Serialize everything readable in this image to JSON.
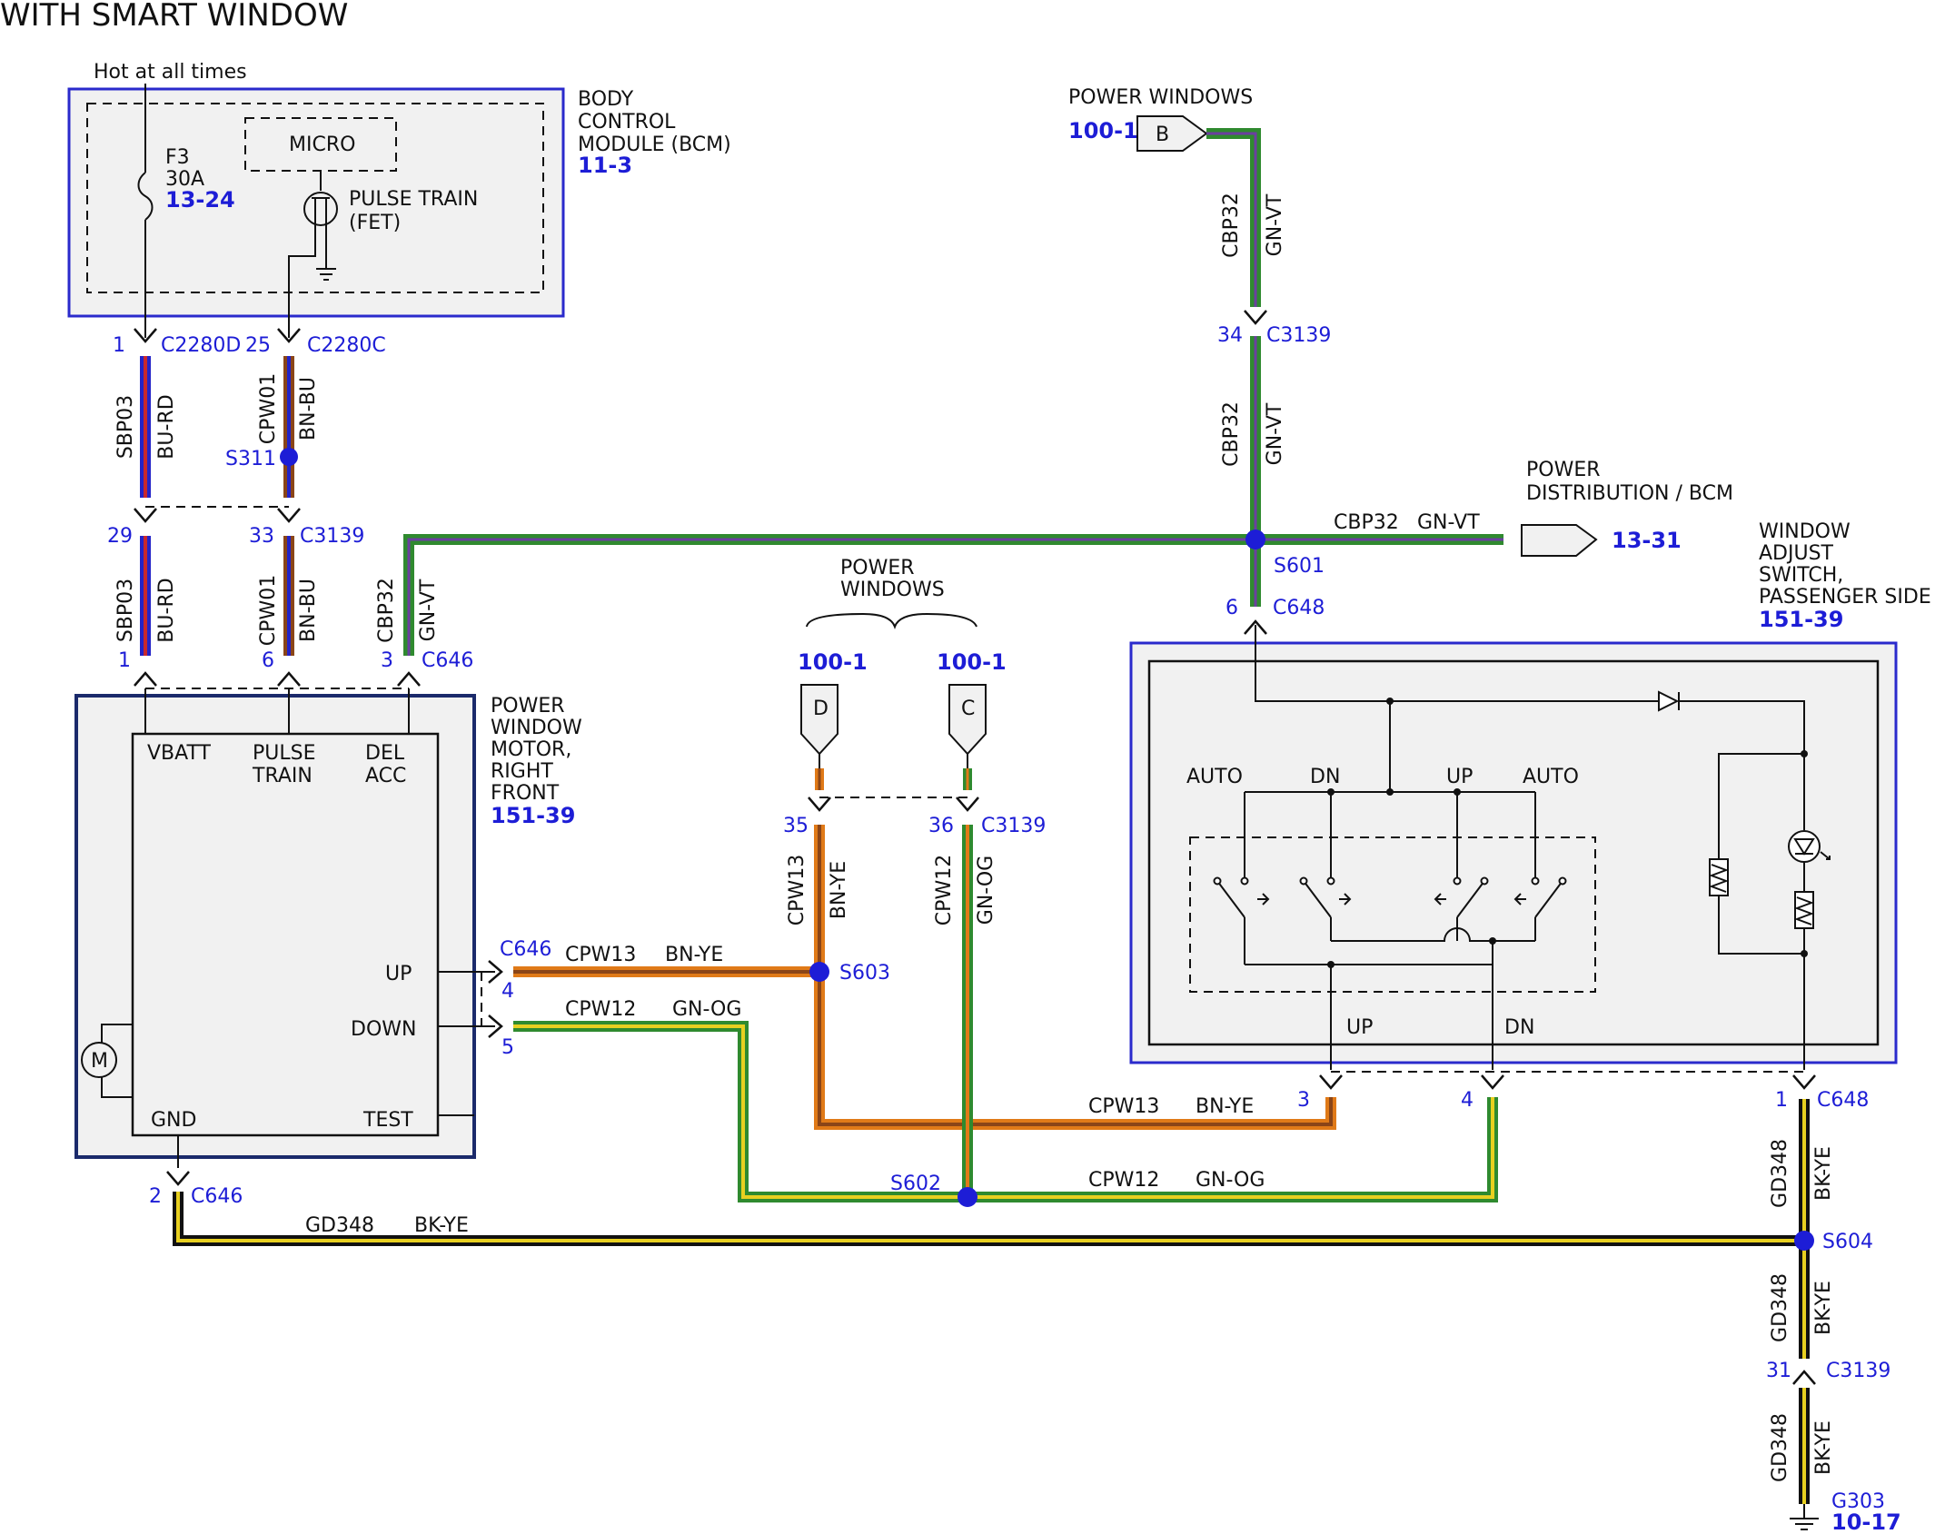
{
  "header": {
    "title": "WITH SMART WINDOW"
  },
  "bcm": {
    "hot_label": "Hot at all times",
    "name": [
      "BODY",
      "CONTROL",
      "MODULE (BCM)"
    ],
    "ref": "11-3",
    "micro": "MICRO",
    "fuse_name": "F3",
    "fuse_rating": "30A",
    "fuse_ref": "13-24",
    "pulse": [
      "PULSE TRAIN",
      "(FET)"
    ]
  },
  "power_windows_top": {
    "label": "POWER WINDOWS",
    "ref": "100-1",
    "connector": "B"
  },
  "power_distribution": {
    "label": [
      "POWER",
      "DISTRIBUTION / BCM"
    ],
    "ref": "13-31"
  },
  "power_windows_mid": {
    "label": [
      "POWER",
      "WINDOWS"
    ],
    "ref_d": "100-1",
    "ref_c": "100-1",
    "conn_d": "D",
    "conn_c": "C"
  },
  "motor": {
    "name": [
      "POWER",
      "WINDOW",
      "MOTOR,",
      "RIGHT",
      "FRONT"
    ],
    "ref": "151-39",
    "pins": {
      "vbatt": "VBATT",
      "pulse": [
        "PULSE",
        "TRAIN"
      ],
      "del": [
        "DEL",
        "ACC"
      ],
      "up": "UP",
      "down": "DOWN",
      "gnd": "GND",
      "test": "TEST"
    },
    "motor_symbol": "M"
  },
  "switch": {
    "name": [
      "WINDOW",
      "ADJUST",
      "SWITCH,",
      "PASSENGER SIDE"
    ],
    "ref": "151-39",
    "labels": {
      "auto1": "AUTO",
      "dn": "DN",
      "up": "UP",
      "auto2": "AUTO",
      "up_out": "UP",
      "dn_out": "DN"
    }
  },
  "connectors": {
    "c2280d": {
      "pin": "1",
      "name": "C2280D"
    },
    "c2280c": {
      "pin": "25",
      "name": "C2280C"
    },
    "c3139_29": "29",
    "c3139_33": "33",
    "c3139_name": "C3139",
    "c646_1": "1",
    "c646_6": "6",
    "c646_3": "3",
    "c646_name": "C646",
    "c3139_34": "34",
    "c648_6": "6",
    "c648_name": "C648",
    "c3139_35": "35",
    "c3139_36": "36",
    "c646_up_name": "C646",
    "c646_4": "4",
    "c646_5": "5",
    "sw_pin3": "3",
    "sw_pin4": "4",
    "c648_1": "1",
    "c646_2": "2",
    "c3139_31": "31"
  },
  "splices": {
    "s311": "S311",
    "s601": "S601",
    "s603": "S603",
    "s602": "S602",
    "s604": "S604"
  },
  "ground": {
    "name": "G303",
    "ref": "10-17"
  },
  "wires": {
    "sbp03": "SBP03",
    "bu_rd": "BU-RD",
    "cpw01": "CPW01",
    "bn_bu": "BN-BU",
    "cbp32": "CBP32",
    "gn_vt": "GN-VT",
    "cpw13": "CPW13",
    "bn_ye": "BN-YE",
    "cpw12": "CPW12",
    "gn_og": "GN-OG",
    "gd348": "GD348",
    "bk_ye": "BK-YE"
  },
  "colors": {
    "blue": "#2323c8",
    "red": "#c8282d",
    "brown": "#8a4518",
    "green": "#2f8a2f",
    "yellow": "#e8d020",
    "orange": "#e07a18",
    "black": "#111111",
    "violet": "#6b3fa0",
    "ref_blue": "#1d1dd6"
  }
}
